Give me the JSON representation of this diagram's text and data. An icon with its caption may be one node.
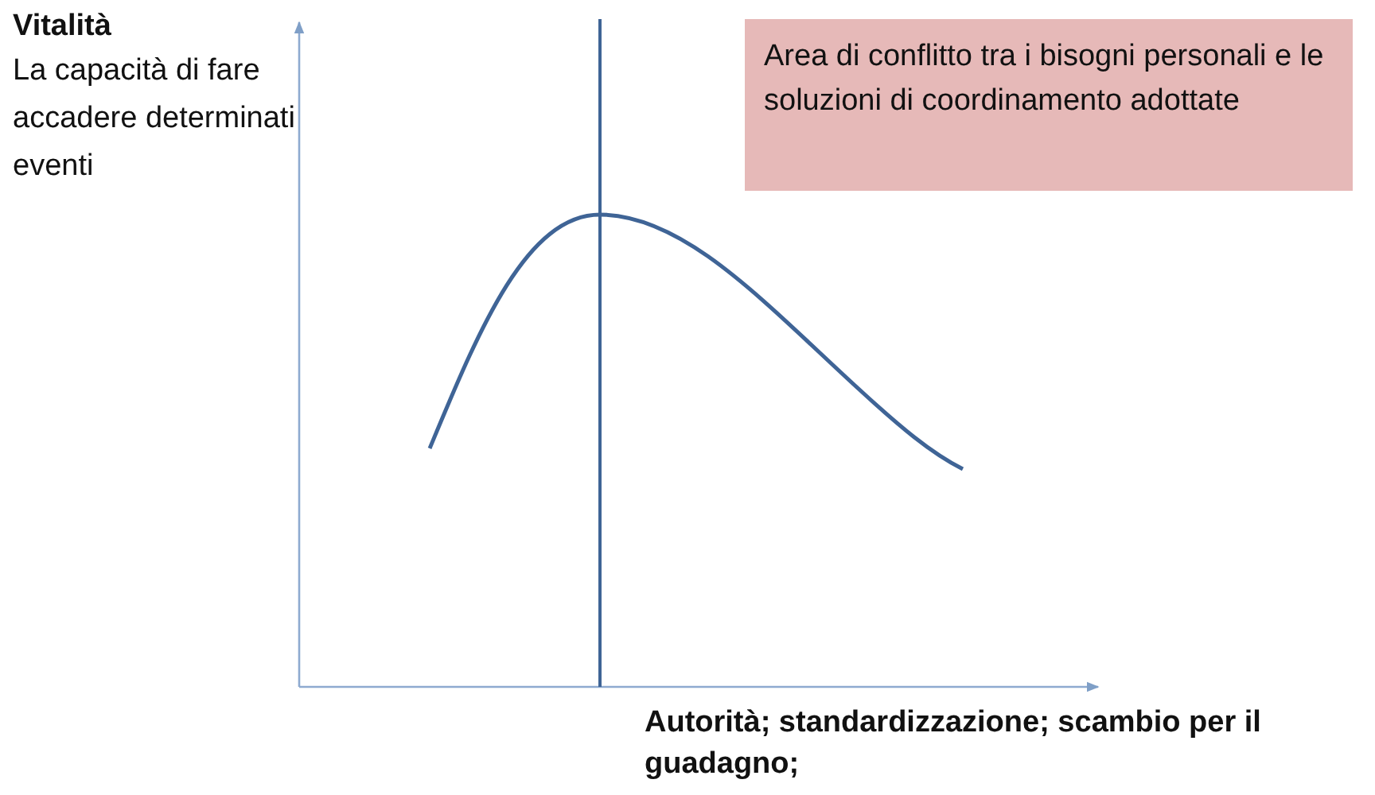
{
  "diagram": {
    "nodes": [
      {
        "text": [
          "Area di conflitto tra i bisogni personali e le soluzioni di coordinamento adottate"
        ]
      }
    ],
    "labels": [
      "Vitalità",
      "La capacità di fare accadere determinati eventi",
      "Autorità; standardizzazione; scambio per il guadagno;"
    ]
  }
}
